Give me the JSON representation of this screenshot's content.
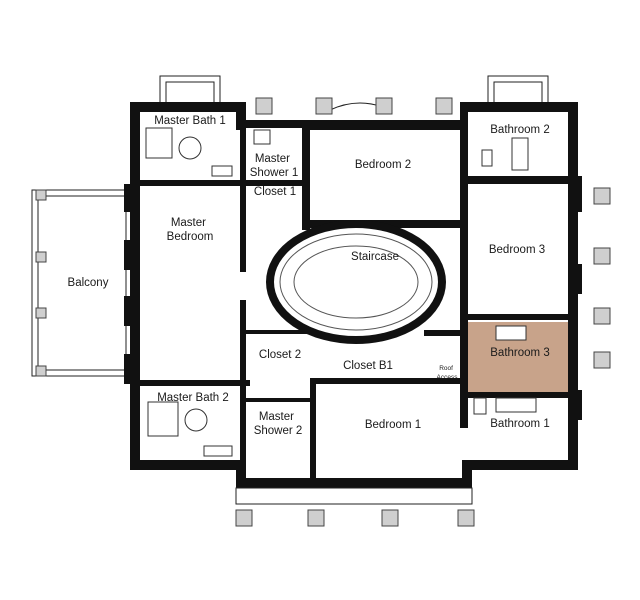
{
  "highlight_color": "#c8a38a",
  "rooms": {
    "master_bath_1": "Master Bath 1",
    "master_shower_1": [
      "Master",
      "Shower 1"
    ],
    "bedroom_2": "Bedroom 2",
    "bathroom_2": "Bathroom 2",
    "closet_1": "Closet 1",
    "master_bedroom": [
      "Master",
      "Bedroom"
    ],
    "balcony": "Balcony",
    "staircase": "Staircase",
    "bedroom_3": "Bedroom 3",
    "closet_2": "Closet 2",
    "closet_b1": "Closet B1",
    "roof_access": [
      "Roof",
      "Access"
    ],
    "bathroom_3": "Bathroom 3",
    "master_bath_2": "Master Bath 2",
    "master_shower_2": [
      "Master",
      "Shower 2"
    ],
    "bedroom_1": "Bedroom 1",
    "bathroom_1": "Bathroom 1"
  }
}
